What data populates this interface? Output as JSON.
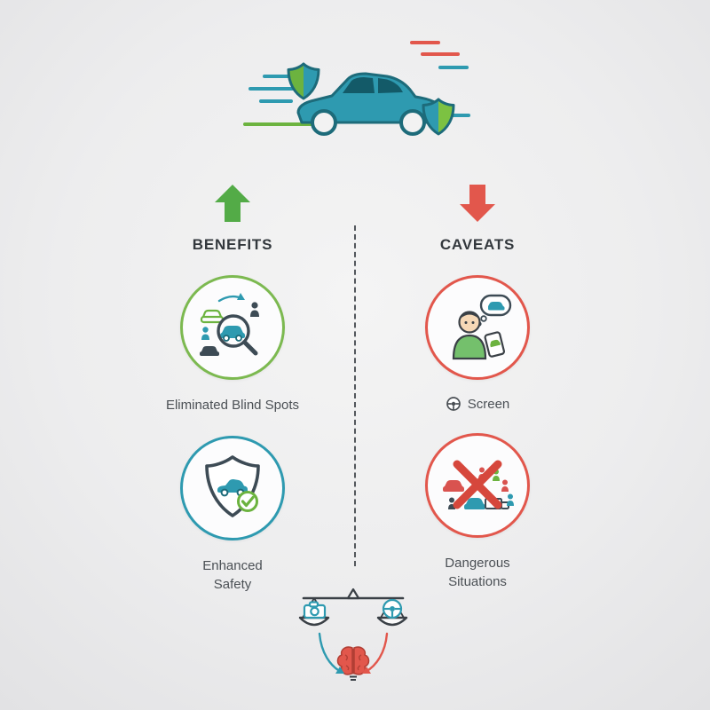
{
  "benefits": {
    "title": "BENEFITS",
    "items": [
      {
        "label": "Eliminated Blind Spots"
      },
      {
        "label": "Enhanced Safety"
      }
    ]
  },
  "caveats": {
    "title": "CAVEATS",
    "items": [
      {
        "label": "Screen"
      },
      {
        "label": "Dangerous Situations"
      }
    ]
  },
  "colors": {
    "green": "#6cb33f",
    "teal": "#2e9ab0",
    "red": "#e2574c",
    "dark": "#3a4046",
    "text": "#4b5055",
    "background": "#ededee"
  },
  "icons": {
    "up_arrow": "▲",
    "down_arrow": "▼",
    "blind_spots": "magnifier-over-traffic",
    "enhanced_safety": "shield-car-checkmark",
    "screen": "person-looking-at-phone",
    "dangerous": "crossed-out-traffic-scene",
    "label_bullet": "steering-wheel",
    "footer": "balance-scale-camera-vs-steering-wheel-with-brain"
  }
}
